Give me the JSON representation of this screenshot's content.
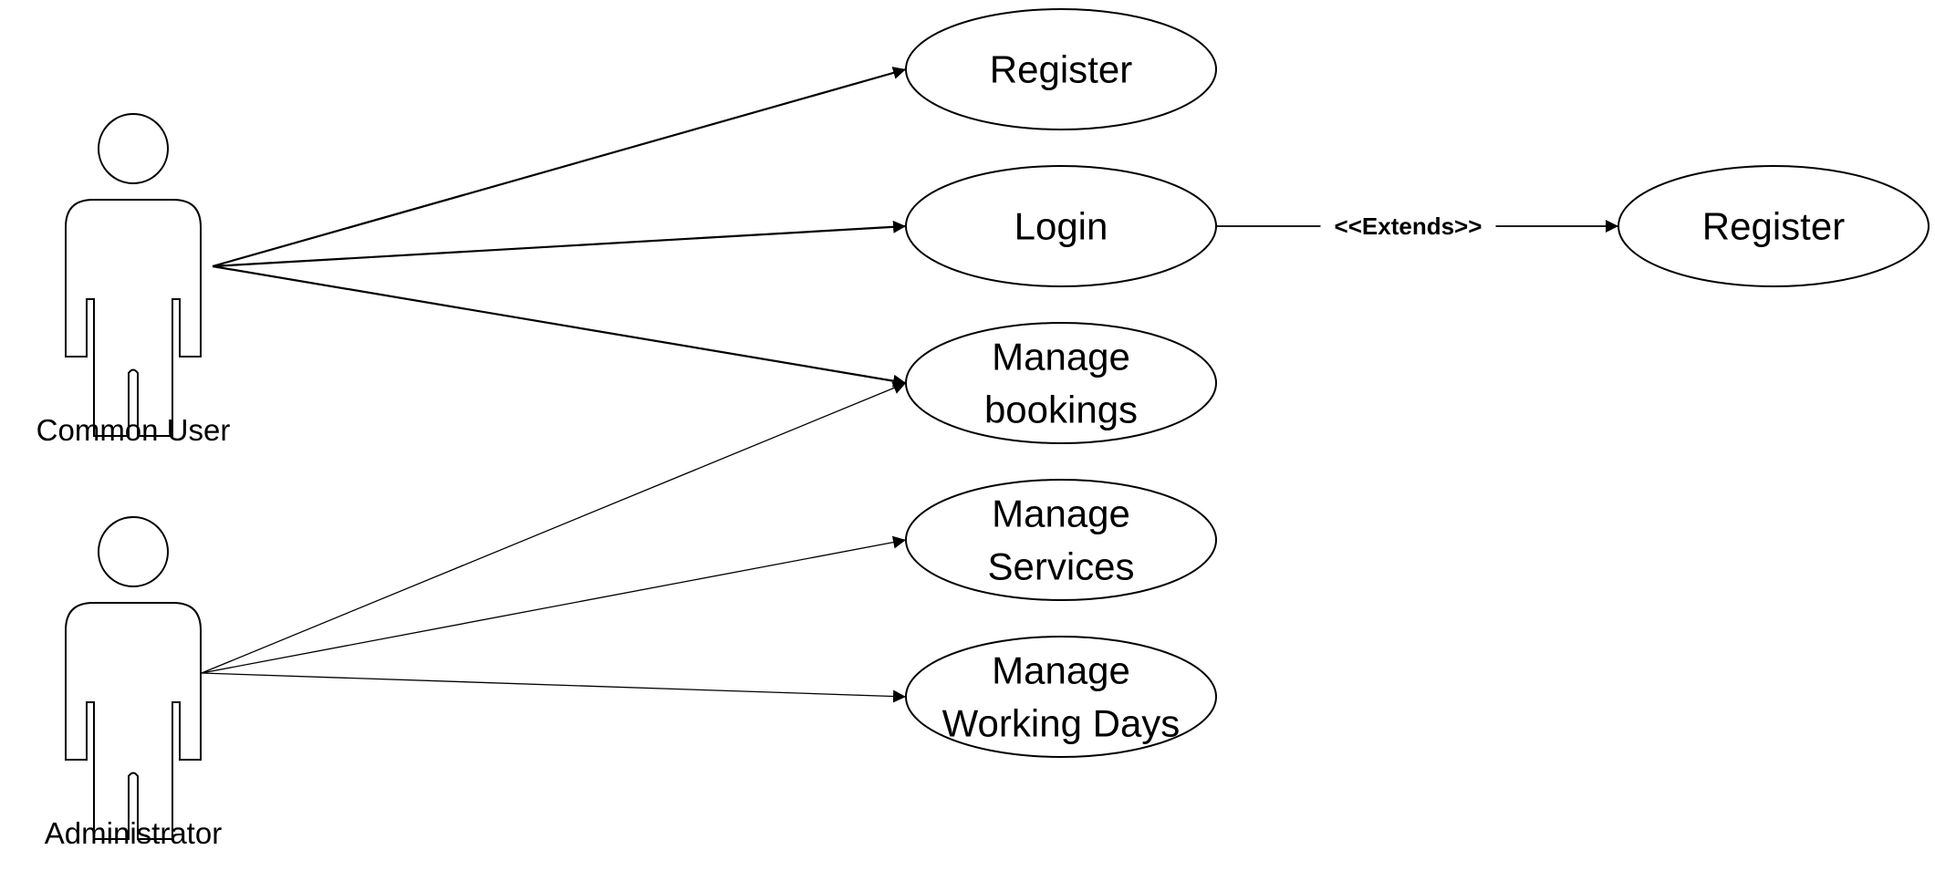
{
  "actors": [
    {
      "id": "common-user",
      "label": "Common User"
    },
    {
      "id": "administrator",
      "label": "Administrator"
    }
  ],
  "use_cases": [
    {
      "id": "register-1",
      "lines": [
        "Register"
      ]
    },
    {
      "id": "login",
      "lines": [
        "Login"
      ]
    },
    {
      "id": "manage-bookings",
      "lines": [
        "Manage",
        "bookings"
      ]
    },
    {
      "id": "manage-services",
      "lines": [
        "Manage",
        "Services"
      ]
    },
    {
      "id": "manage-working-days",
      "lines": [
        "Manage",
        "Working Days"
      ]
    },
    {
      "id": "register-2",
      "lines": [
        "Register"
      ]
    }
  ],
  "relations": [
    {
      "from": "common-user",
      "to": "register-1",
      "label": ""
    },
    {
      "from": "common-user",
      "to": "login",
      "label": ""
    },
    {
      "from": "common-user",
      "to": "manage-bookings",
      "label": ""
    },
    {
      "from": "administrator",
      "to": "manage-bookings",
      "label": ""
    },
    {
      "from": "administrator",
      "to": "manage-services",
      "label": ""
    },
    {
      "from": "administrator",
      "to": "manage-working-days",
      "label": ""
    },
    {
      "from": "login",
      "to": "register-2",
      "label": "<<Extends>>"
    }
  ],
  "colors": {
    "stroke": "#000000",
    "background": "#ffffff"
  }
}
